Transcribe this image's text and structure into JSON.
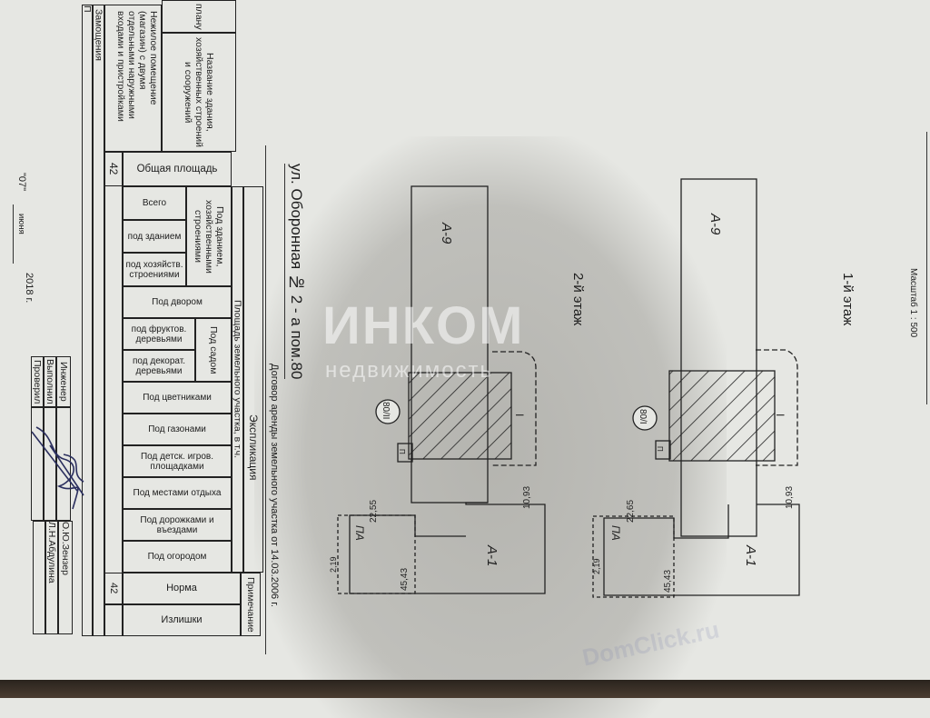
{
  "header": {
    "scale": "Масштаб 1 : 500",
    "floor1_title": "1-й этаж",
    "floor2_title": "2-й этаж",
    "address": "ул. Оборонная № 2 - а  пом.80",
    "contract": "Договор аренды земельного участка от 14.03.2006 г."
  },
  "table": {
    "title": "Экспликация",
    "group_land": "Площадь земельного участка, в т.ч.",
    "col_plan_no": "плану",
    "col_name": "Название здания, хозяйственных строений и сооружений",
    "col_total_area": "Общая площадь",
    "group_building": "Под зданием, хозяйственными строениями",
    "col_all": "Всего",
    "col_under_building": "под зданием",
    "col_under_outbuildings": "под хозяйств. строениями",
    "col_yard": "Под двором",
    "group_garden": "Под садом",
    "col_fruit_trees": "под фруктов. деревьями",
    "col_decor_trees": "под декорат. деревьями",
    "col_flowerbeds": "Под цветниками",
    "col_lawns": "Под газонами",
    "col_playgrounds": "Под детск. игров. площадками",
    "col_rest": "Под местами отдыха",
    "col_paths": "Под дорожками и въездами",
    "col_vegetable": "Под огородом",
    "col_note": "Примечание",
    "col_norm": "Норма",
    "col_excess": "Излишки",
    "rows": [
      {
        "name": "Нежилое помещение (магазин) с двумя отдельными наружными входами и пристройками",
        "total_area": "42",
        "norm": "42"
      },
      {
        "name": "Замощения"
      },
      {
        "name": "П"
      }
    ]
  },
  "signatures": {
    "engineer_label": "Инженер",
    "performed_label": "Выполнил",
    "checked_label": "Проверил",
    "engineer_name": "О.Ю.Зензер",
    "performer_name": "Л.Н.Абдулина"
  },
  "date": {
    "day": "\"07\"",
    "month": "июня",
    "year": "2018 г."
  },
  "plans": {
    "floor1": {
      "main": "А-9",
      "annex": "А-1",
      "porch": "ПА",
      "unit": "80/I",
      "room": "I",
      "dim1": "10,93",
      "dim2": "22,65",
      "dim3": "45,43",
      "dim4": "2,19",
      "stair": "П"
    },
    "floor2": {
      "main": "А-9",
      "annex": "А-1",
      "porch": "ПА",
      "unit": "80/II",
      "room": "I",
      "dim1": "10,93",
      "dim2": "22,55",
      "dim3": "45,43",
      "dim4": "2,19",
      "stair": "П"
    }
  },
  "watermark": {
    "brand": "ИНКОМ",
    "sub": "недвижимость",
    "diag": "DomClick.ru"
  }
}
